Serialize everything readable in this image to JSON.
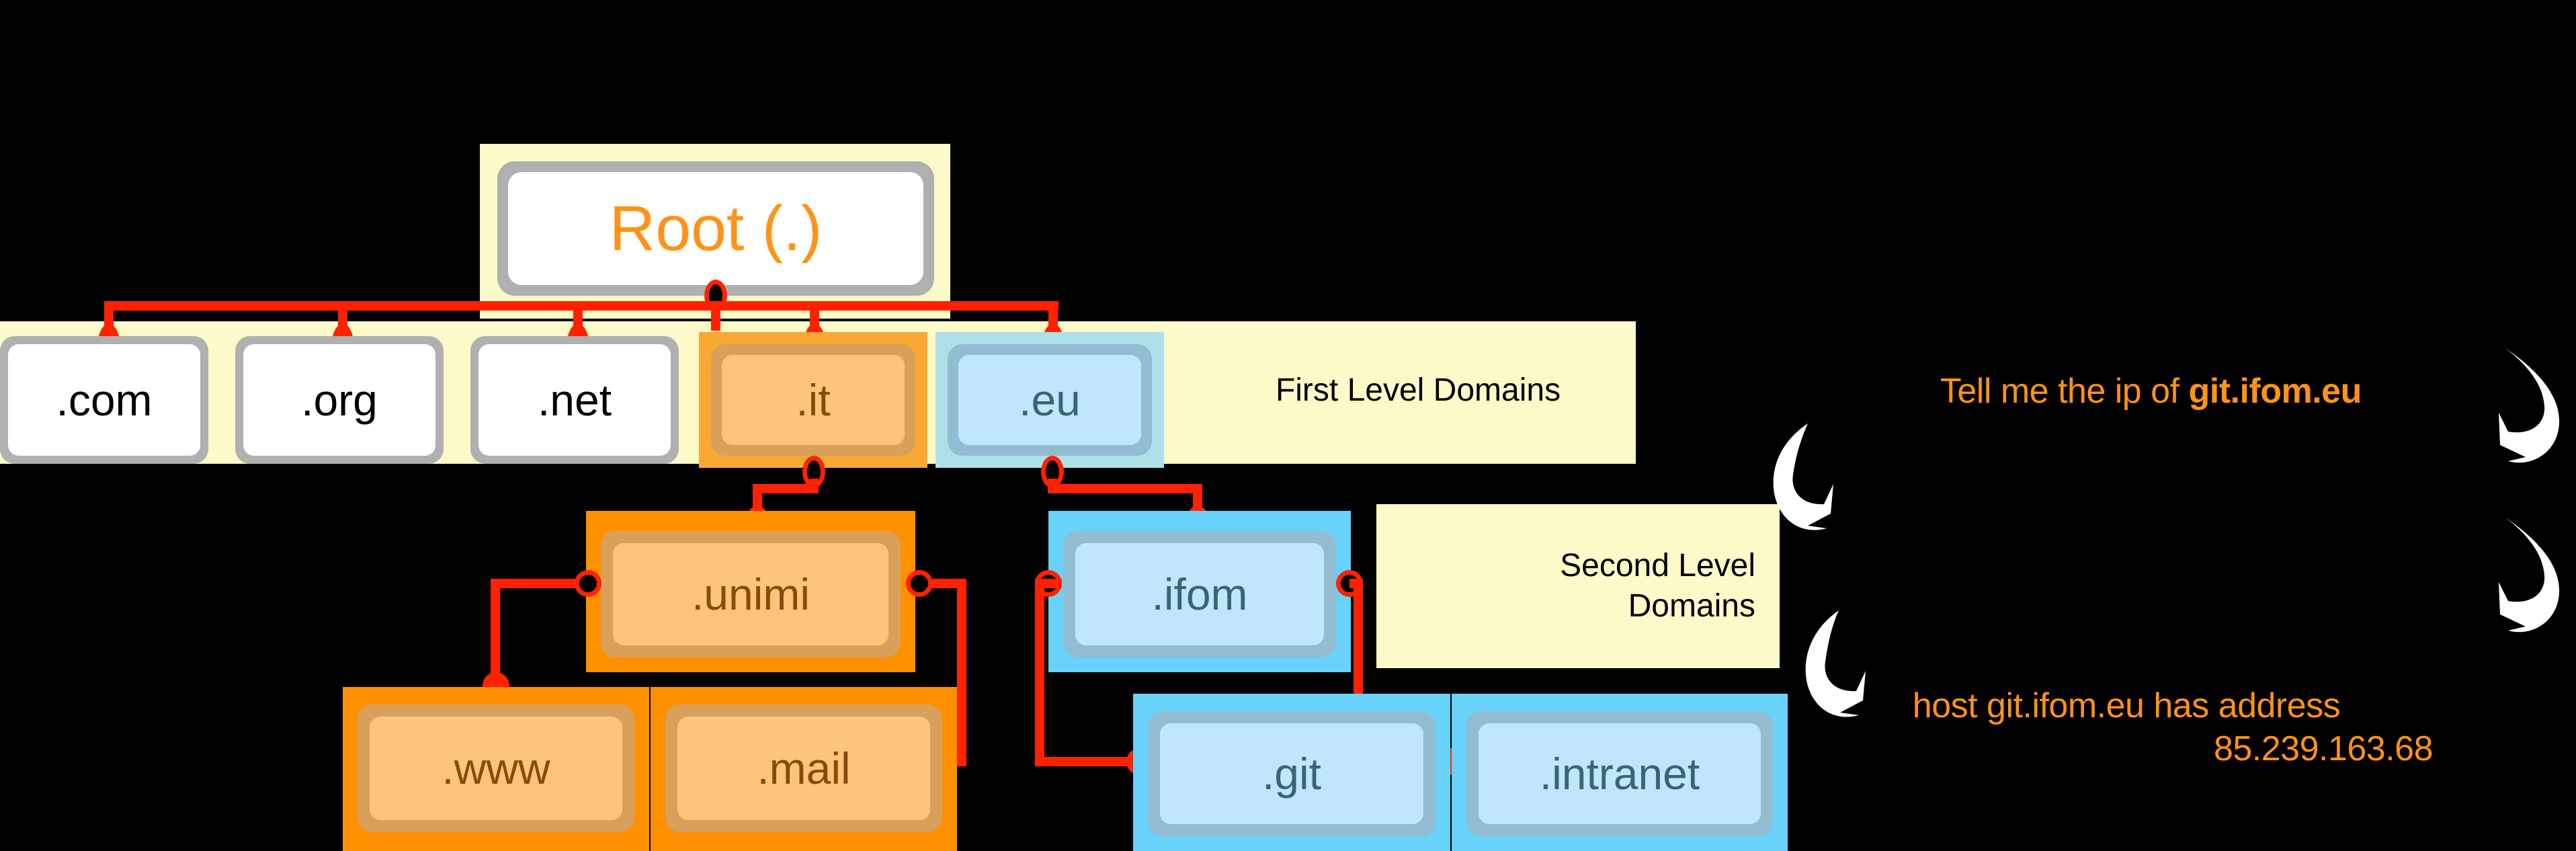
{
  "diagram": {
    "title_node": {
      "label": "Root (.)"
    },
    "level_labels": {
      "first": "First Level Domains",
      "second": "Second Level\nDomains"
    },
    "first_level": [
      {
        "label": ".com",
        "style": "grey"
      },
      {
        "label": ".org",
        "style": "grey"
      },
      {
        "label": ".net",
        "style": "grey"
      },
      {
        "label": ".it",
        "style": "orange"
      },
      {
        "label": ".eu",
        "style": "blue"
      }
    ],
    "second_level": [
      {
        "label": ".unimi",
        "style": "orange",
        "parent": ".it"
      },
      {
        "label": ".ifom",
        "style": "blue",
        "parent": ".eu"
      }
    ],
    "third_level": [
      {
        "label": ".www",
        "style": "orange",
        "parent": ".unimi"
      },
      {
        "label": ".mail",
        "style": "orange",
        "parent": ".unimi"
      },
      {
        "label": ".git",
        "style": "blue",
        "parent": ".ifom"
      },
      {
        "label": ".intranet",
        "style": "blue",
        "parent": ".ifom"
      }
    ]
  },
  "annotations": {
    "query_prefix": "Tell me the ip of ",
    "query_host": "git.ifom.eu",
    "answer_line1": "host git.ifom.eu has address",
    "answer_line2": "85.239.163.68"
  },
  "colors": {
    "background": "#000000",
    "band": "#FBFAC8",
    "connector": "#FF2200",
    "accent_orange": "#FF9317",
    "orange_outer_it": "#F9A833",
    "orange_outer_deep": "#FF9000",
    "blue_outer_eu": "#AEE0EA",
    "blue_outer_deep": "#68D2FA",
    "grey_frame": "#B0B0B0",
    "arrow": "#FFFFFF"
  }
}
